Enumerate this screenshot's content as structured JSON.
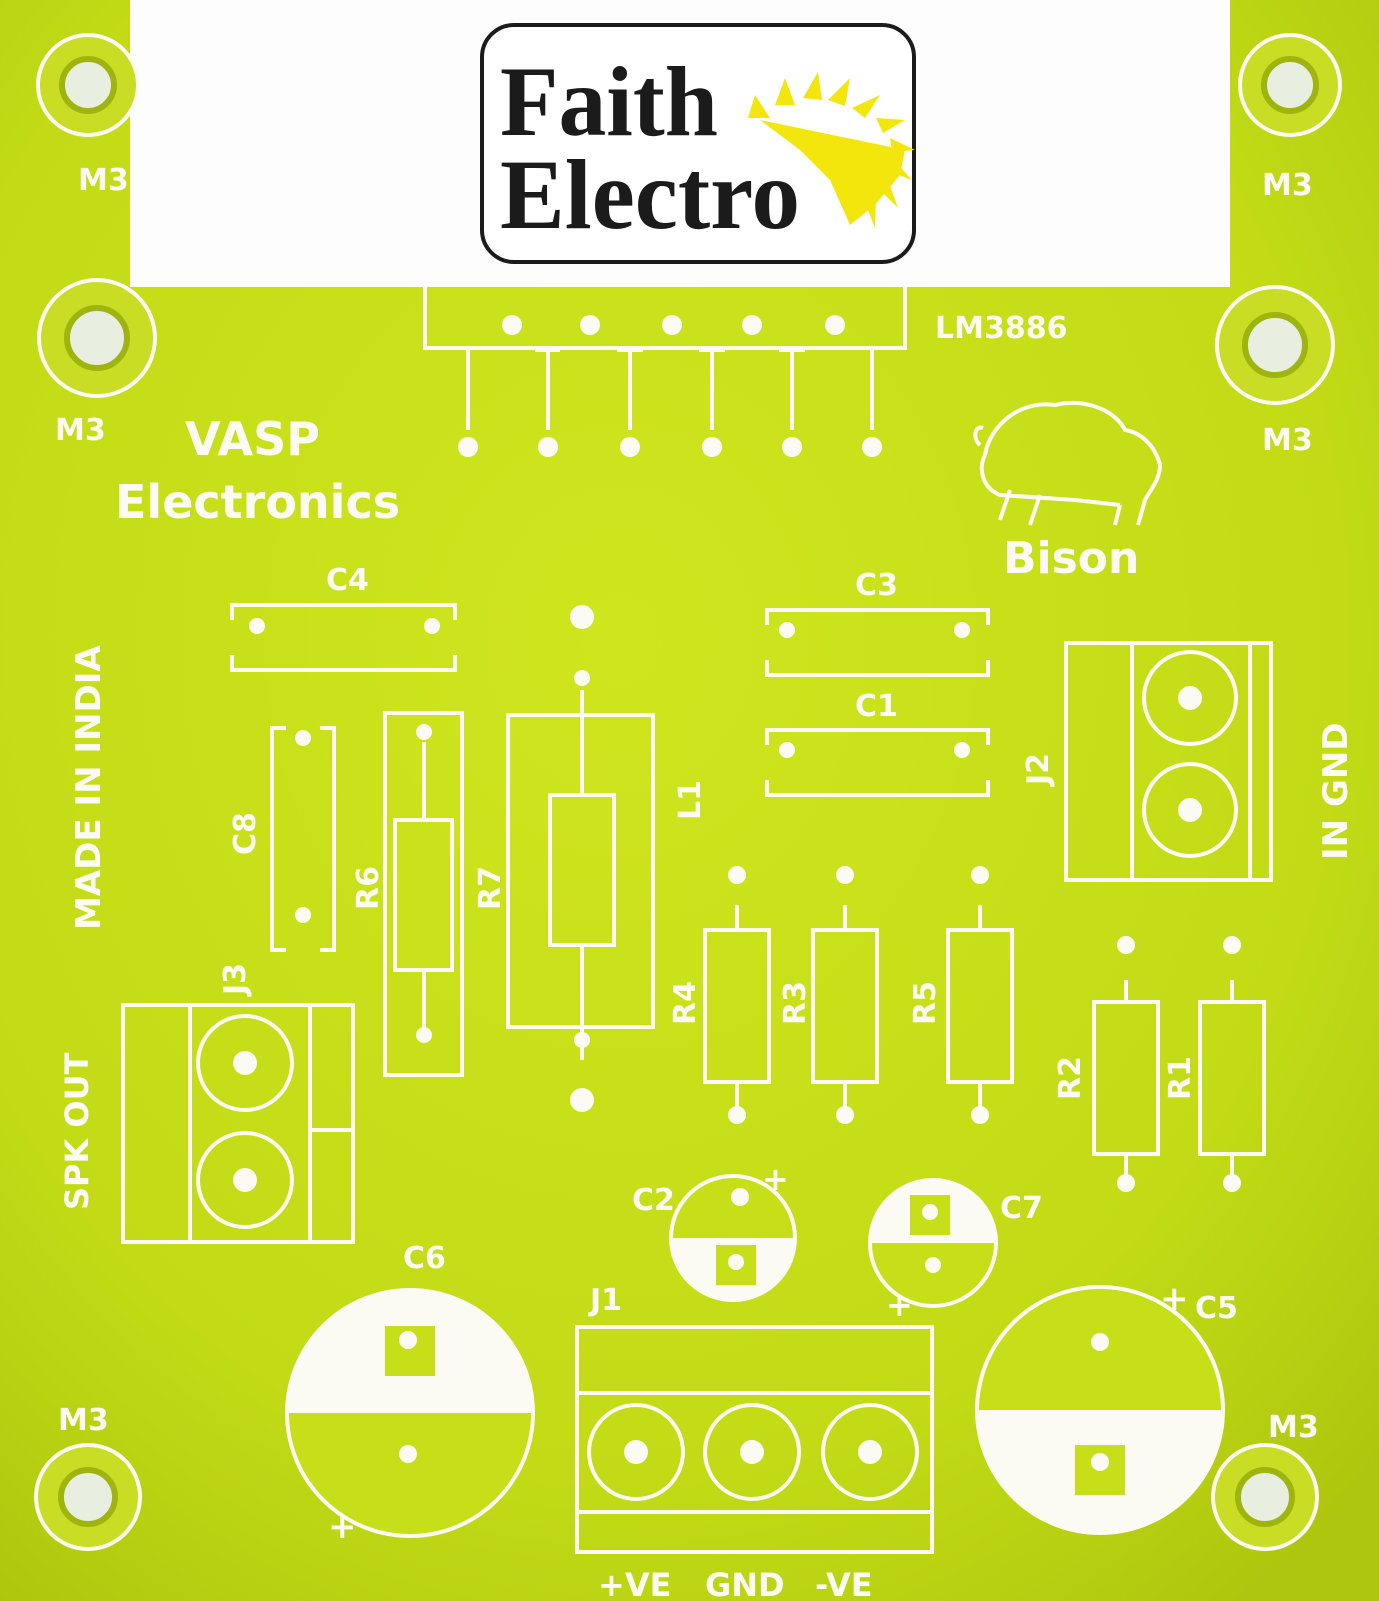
{
  "logo": {
    "line1": "Faith",
    "line2": "Electro",
    "sun_color": "#f2e60c"
  },
  "board": {
    "substrate_color": "#c6df19",
    "silkscreen_color": "#fbfbf4",
    "maker_line1": "VASP",
    "maker_line2": "Electronics",
    "origin": "MADE IN INDIA",
    "brand": "Bison",
    "brand_icon": "bison-icon",
    "ic_label": "LM3886",
    "mount_label": "M3",
    "components": {
      "C1": "C1",
      "C2": "C2",
      "C3": "C3",
      "C4": "C4",
      "C5": "C5",
      "C6": "C6",
      "C7": "C7",
      "C8": "C8",
      "R1": "R1",
      "R2": "R2",
      "R3": "R3",
      "R4": "R4",
      "R5": "R5",
      "R6": "R6",
      "R7": "R7",
      "L1": "L1",
      "J1": "J1",
      "J2": "J2",
      "J3": "J3"
    },
    "connectors": {
      "in": "IN GND",
      "spk": "SPK OUT",
      "power_pos": "+VE",
      "power_gnd": "GND",
      "power_neg": "-VE"
    },
    "plus": "+"
  }
}
